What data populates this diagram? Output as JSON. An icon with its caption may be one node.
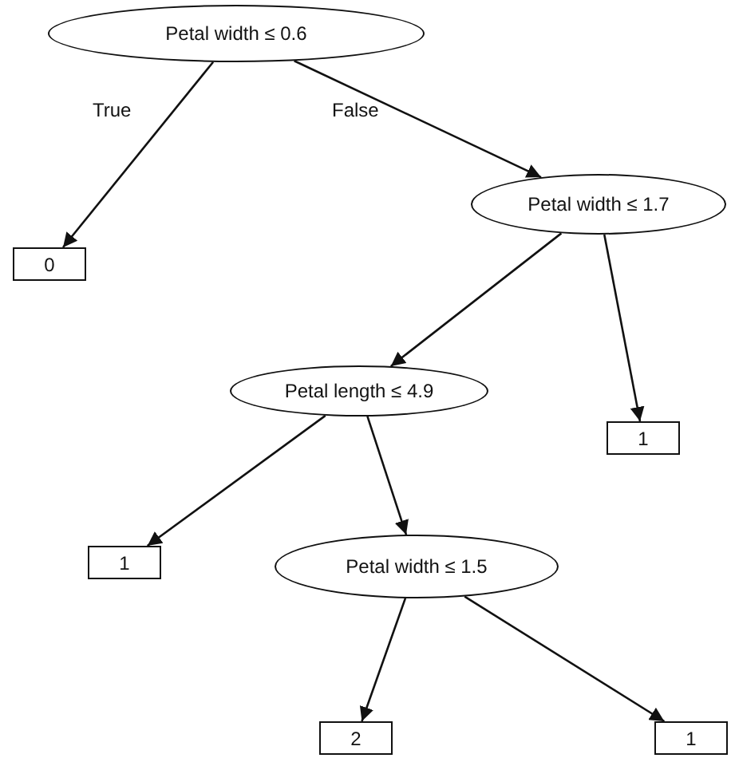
{
  "diagram": {
    "nodes": [
      {
        "text": [
          "Petal width ≤ 0.6"
        ]
      },
      {
        "text": [
          "0"
        ]
      },
      {
        "text": [
          "Petal width ≤ 1.7"
        ]
      },
      {
        "text": [
          "Petal length ≤ 4.9"
        ]
      },
      {
        "text": [
          "1"
        ]
      },
      {
        "text": [
          "1"
        ]
      },
      {
        "text": [
          "Petal width ≤ 1.5"
        ]
      },
      {
        "text": [
          "2"
        ]
      },
      {
        "text": [
          "1"
        ]
      }
    ],
    "edges": [
      {
        "from": 0,
        "to": 1,
        "arrow": "to",
        "label": "True"
      },
      {
        "from": 0,
        "to": 2,
        "arrow": "to",
        "label": "False"
      },
      {
        "from": 2,
        "to": 3,
        "arrow": "to"
      },
      {
        "from": 2,
        "to": 4,
        "arrow": "to"
      },
      {
        "from": 3,
        "to": 5,
        "arrow": "to"
      },
      {
        "from": 3,
        "to": 6,
        "arrow": "to"
      },
      {
        "from": 6,
        "to": 7,
        "arrow": "to"
      },
      {
        "from": 6,
        "to": 8,
        "arrow": "to"
      }
    ]
  }
}
